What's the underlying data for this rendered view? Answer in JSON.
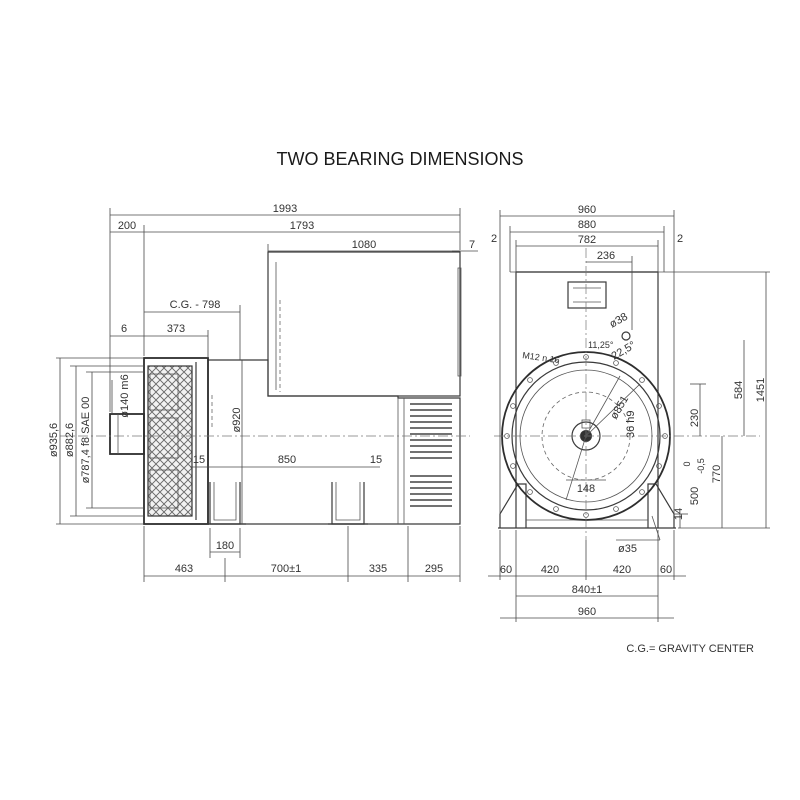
{
  "title": "TWO BEARING DIMENSIONS",
  "legend": "C.G.= GRAVITY CENTER",
  "side_view": {
    "overall_length": "1993",
    "shaft_length": "200",
    "body_length": "1793",
    "terminal_box_length": "1080",
    "terminal_box_offset": "7",
    "cg_label": "C.G. - 798",
    "flange_thickness": "6",
    "flange_to_cg": "373",
    "diameter_920": "ø920",
    "feet_inner_left": "15",
    "feet_span": "850",
    "feet_inner_right": "15",
    "foot_width": "180",
    "bottom_463": "463",
    "bottom_700": "700±1",
    "bottom_335": "335",
    "bottom_295": "295",
    "dia_935": "ø935,6",
    "dia_882": "ø882,6",
    "dia_787": "ø787,4  f8  SAE  00",
    "dia_shaft": "ø140  m6"
  },
  "front_view": {
    "overall_width": "960",
    "width_880": "880",
    "width_782": "782",
    "left_gap": "2",
    "right_gap": "2",
    "top_236": "236",
    "hole_38": "ø38",
    "angle_1125": "11,25°",
    "angle_225": "22,5°",
    "thread": "M12  n.16",
    "pcd_851": "ø851",
    "keyway": "36  h9",
    "key_148": "148",
    "h_584": "584",
    "h_1451": "1451",
    "h_230": "230",
    "h_770": "770",
    "h_500": "500",
    "tol_0": "0",
    "tol_m05": "-0,5",
    "foot_14": "14",
    "hole_35": "ø35",
    "b_60_left": "60",
    "b_420_left": "420",
    "b_420_right": "420",
    "b_60_right": "60",
    "b_840": "840±1",
    "b_960": "960"
  }
}
